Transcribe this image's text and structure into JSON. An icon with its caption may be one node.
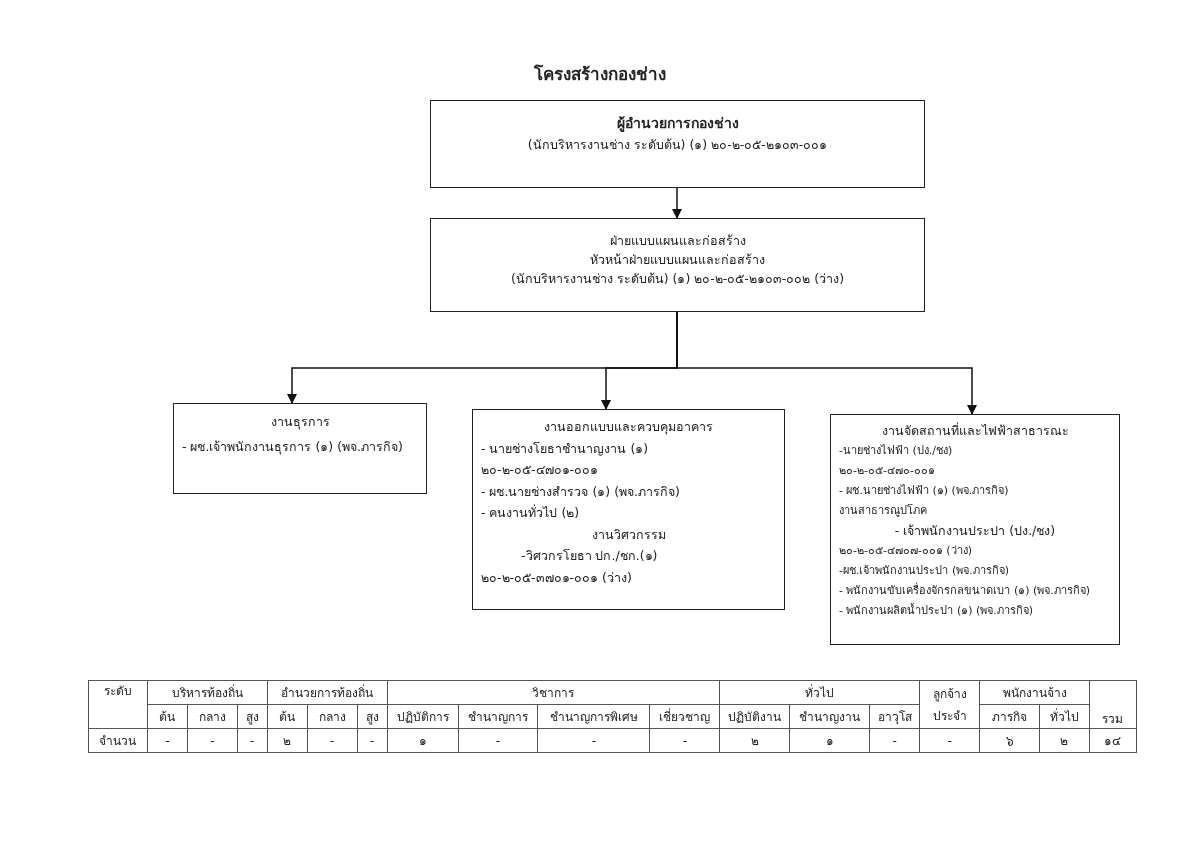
{
  "diagram": {
    "title": "โครงสร้างกองช่าง",
    "nodes": [
      {
        "text": [
          "ผู้อำนวยการกองช่าง",
          "(นักบริหารงานช่าง ระดับต้น) (๑) ๒๐-๒-๐๕-๒๑๐๓-๐๐๑"
        ]
      },
      {
        "text": [
          "ฝ่ายแบบแผนและก่อสร้าง",
          "หัวหน้าฝ่ายแบบแผนและก่อสร้าง",
          "(นักบริหารงานช่าง ระดับต้น) (๑) ๒๐-๒-๐๕-๒๑๐๓-๐๐๒ (ว่าง)"
        ]
      },
      {
        "text": [
          "งานธุรการ",
          "- ผช.เจ้าพนักงานธุรการ (๑) (พจ.ภารกิจ)"
        ]
      },
      {
        "text": [
          "งานออกแบบและควบคุมอาคาร",
          "- นายช่างโยธาชำนาญงาน (๑)",
          "๒๐-๒-๐๕-๔๗๐๑-๐๐๑",
          "- ผช.นายช่างสำรวจ (๑) (พจ.ภารกิจ)",
          "- คนงานทั่วไป (๒)",
          "งานวิศวกรรม",
          "-วิศวกรโยธา ปก./ชก.(๑)",
          "๒๐-๒-๐๕-๓๗๐๑-๐๐๑ (ว่าง)"
        ]
      },
      {
        "text": [
          "งานจัดสถานที่และไฟฟ้าสาธารณะ",
          "-นายช่างไฟฟ้า (ปง./ชง)",
          "๒๐-๒-๐๕-๔๗๐-๐๐๑",
          "- ผช.นายช่างไฟฟ้า (๑) (พจ.ภารกิจ)",
          "งานสาธารณูปโภค",
          "- เจ้าพนักงานประปา (ปง./ชง)",
          "๒๐-๒-๐๕-๔๗๐๗-๐๐๑ (ว่าง)",
          "-ผช.เจ้าพนักงานประปา (พจ.ภารกิจ)",
          "- พนักงานขับเครื่องจักรกลขนาดเบา (๑) (พจ.ภารกิจ)",
          "- พนักงานผลิตน้ำประปา (๑) (พจ.ภารกิจ)"
        ]
      }
    ],
    "edges": [
      {
        "from": 0,
        "to": 1,
        "arrow": "to"
      },
      {
        "from": 1,
        "to": 2,
        "arrow": "to"
      },
      {
        "from": 1,
        "to": 3,
        "arrow": "to"
      },
      {
        "from": 1,
        "to": 4,
        "arrow": "to"
      }
    ],
    "labels": [
      "ระดับ",
      "บริหารท้องถิ่น",
      "อำนวยการท้องถิ่น",
      "วิชาการ",
      "ทั่วไป",
      "ลูกจ้าง ประจำ",
      "พนักงานจ้าง",
      "รวม",
      "ต้น",
      "กลาง",
      "สูง",
      "ต้น",
      "กลาง",
      "สูง",
      "ปฏิบัติการ",
      "ชำนาญการ",
      "ชำนาญการพิเศษ",
      "เชี่ยวชาญ",
      "ปฏิบัติงาน",
      "ชำนาญงาน",
      "อาวุโส",
      "ภารกิจ",
      "ทั่วไป",
      "จำนวน",
      "-",
      "-",
      "-",
      "๒",
      "-",
      "-",
      "๑",
      "-",
      "-",
      "-",
      "๒",
      "๑",
      "-",
      "-",
      "๖",
      "๒",
      "๑๔"
    ]
  }
}
